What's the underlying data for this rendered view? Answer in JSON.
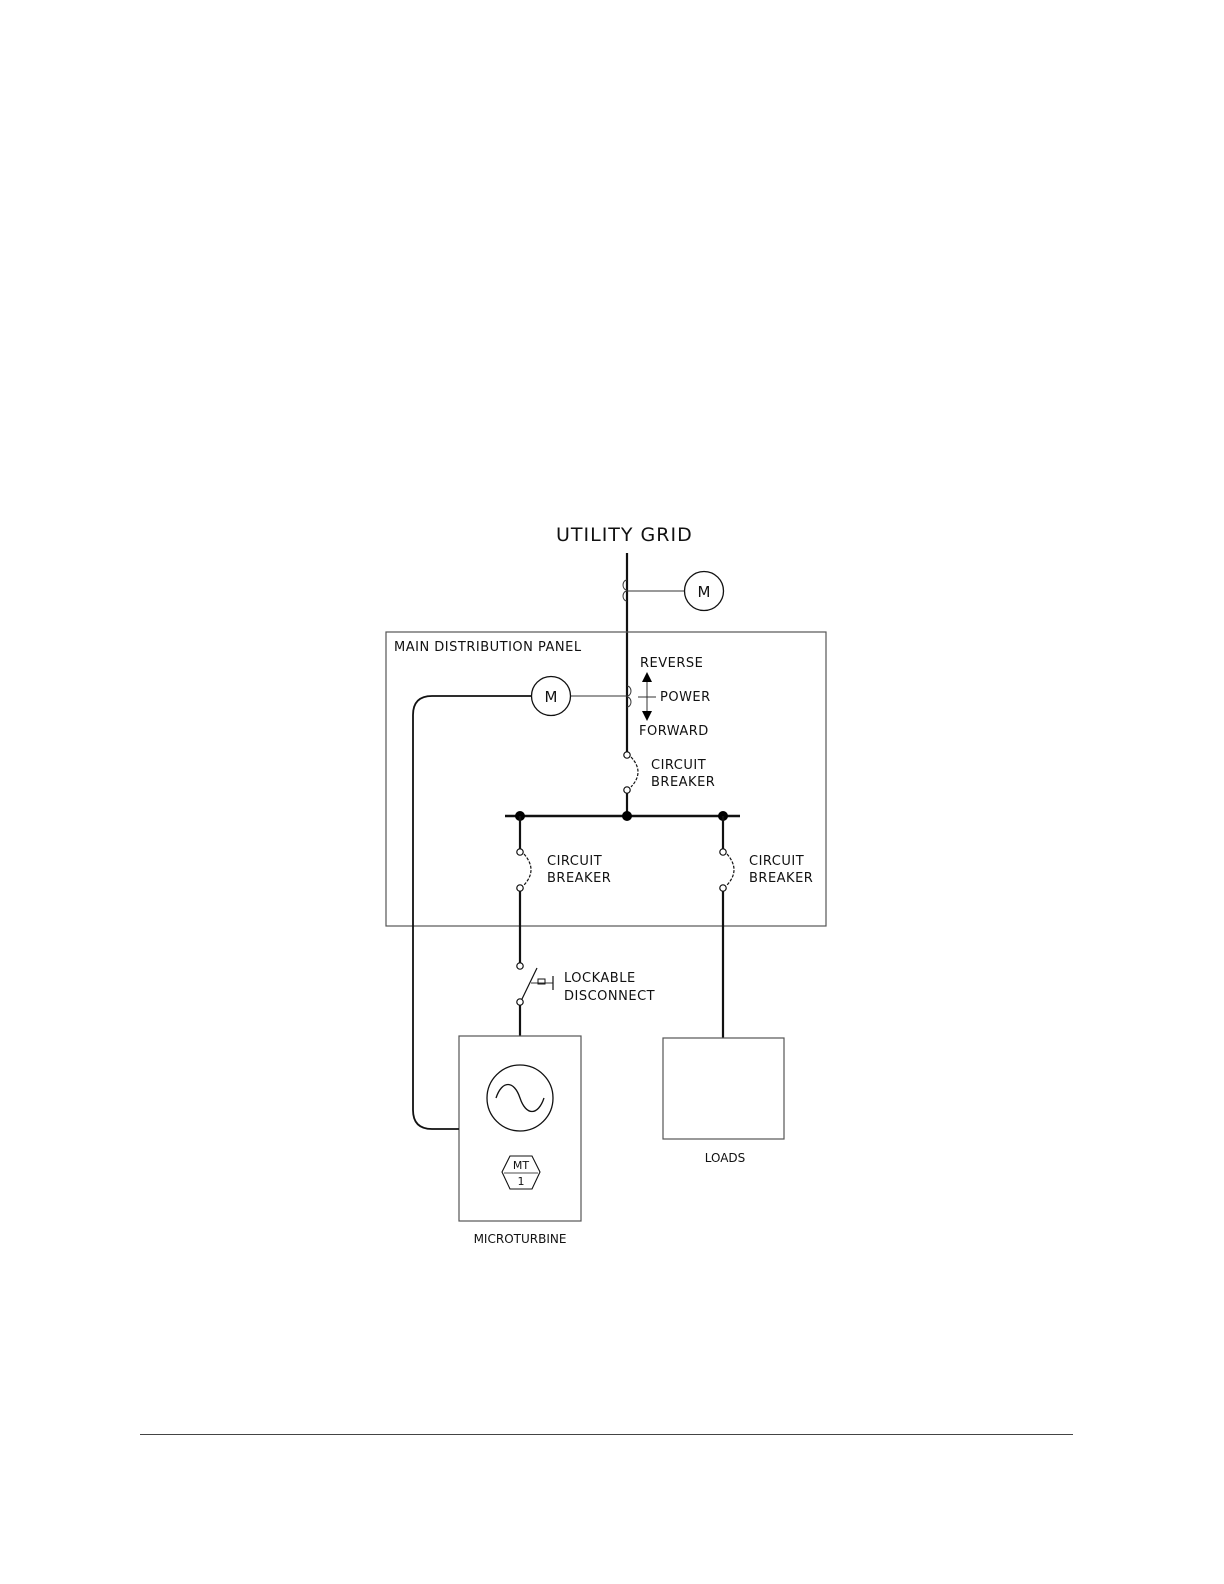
{
  "diagram": {
    "utility_grid": "UTILITY GRID",
    "meter_label": "M",
    "panel_title": "MAIN DISTRIBUTION PANEL",
    "power_direction": {
      "reverse": "REVERSE",
      "power": "POWER",
      "forward": "FORWARD"
    },
    "circuit_breaker": [
      "CIRCUIT",
      "BREAKER"
    ],
    "lockable_disconnect": [
      "LOCKABLE",
      "DISCONNECT"
    ],
    "mt_tag": [
      "MT",
      "1"
    ],
    "microturbine": "MICROTURBINE",
    "loads": "LOADS"
  }
}
